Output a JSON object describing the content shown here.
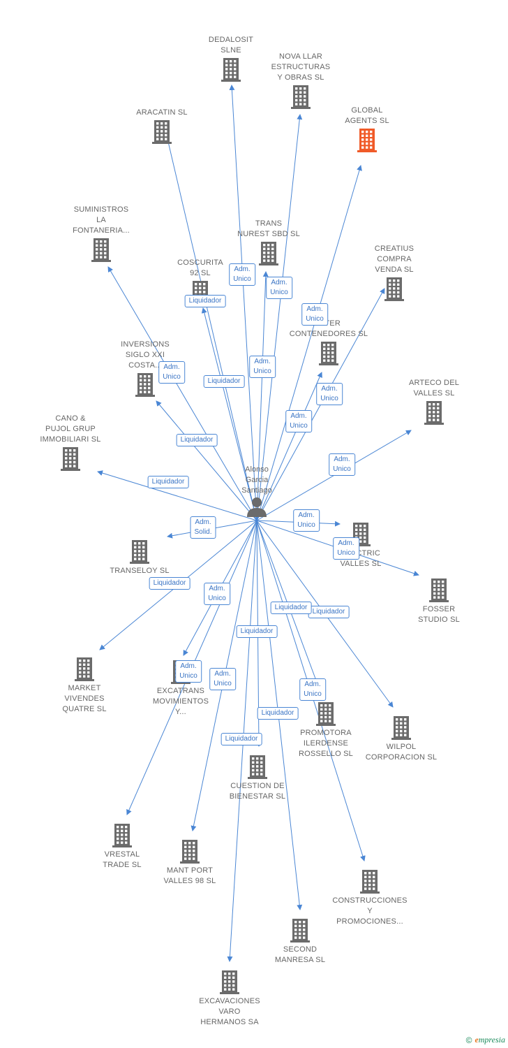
{
  "center": {
    "name": "Alonso\nGarcia\nSantiago",
    "icon": "person-icon"
  },
  "colors": {
    "edge": "#4a86d4",
    "node": "#6b6b6b",
    "highlight": "#f05a28",
    "label": "#666666"
  },
  "companies": [
    {
      "id": "dedalosit",
      "label": "DEDALOSIT\nSLNE",
      "highlight": false
    },
    {
      "id": "nova-llar",
      "label": "NOVA LLAR\nESTRUCTURAS\nY OBRAS SL",
      "highlight": false
    },
    {
      "id": "global-agents",
      "label": "GLOBAL\nAGENTS SL",
      "highlight": true
    },
    {
      "id": "aracatin",
      "label": "ARACATIN SL",
      "highlight": false
    },
    {
      "id": "suministros",
      "label": "SUMINISTROS\nLA\nFONTANERIA...",
      "highlight": false
    },
    {
      "id": "trans-nurest",
      "label": "TRANS\nNUREST SBD SL",
      "highlight": false
    },
    {
      "id": "coscurita",
      "label": "COSCURITA\n92 SL",
      "highlight": false
    },
    {
      "id": "creatius",
      "label": "CREATIUS\nCOMPRA\nVENDA SL",
      "highlight": false
    },
    {
      "id": "inter-contenedores",
      "label": "INTER\nCONTENEDORES SL",
      "highlight": false
    },
    {
      "id": "inversions",
      "label": "INVERSIONS\nSIGLO XXI\nCOSTA...",
      "highlight": false
    },
    {
      "id": "arteco",
      "label": "ARTECO DEL\nVALLES SL",
      "highlight": false
    },
    {
      "id": "cano-pujol",
      "label": "CANO &\nPUJOL GRUP\nIMMOBILIARI SL",
      "highlight": false
    },
    {
      "id": "electric-valles",
      "label": "ELECTRIC\nVALLES SL",
      "highlight": false
    },
    {
      "id": "transeloy",
      "label": "TRANSELOY SL",
      "highlight": false
    },
    {
      "id": "fosser",
      "label": "FOSSER\nSTUDIO SL",
      "highlight": false
    },
    {
      "id": "market-vivendes",
      "label": "MARKET\nVIVENDES\nQUATRE SL",
      "highlight": false
    },
    {
      "id": "excatrans",
      "label": "EXCATRANS\nMOVIMIENTOS\nY...",
      "highlight": false
    },
    {
      "id": "promotora",
      "label": "PROMOTORA\nILERDENSE\nROSSELLO SL",
      "highlight": false
    },
    {
      "id": "wilpol",
      "label": "WILPOL\nCORPORACION SL",
      "highlight": false
    },
    {
      "id": "cuestion",
      "label": "CUESTION DE\nBIENESTAR SL",
      "highlight": false
    },
    {
      "id": "vrestal",
      "label": "VRESTAL\nTRADE SL",
      "highlight": false
    },
    {
      "id": "mant-port",
      "label": "MANT PORT\nVALLES 98 SL",
      "highlight": false
    },
    {
      "id": "construcciones",
      "label": "CONSTRUCCIONES\nY\nPROMOCIONES...",
      "highlight": false
    },
    {
      "id": "second-manresa",
      "label": "SECOND\nMANRESA SL",
      "highlight": false
    },
    {
      "id": "excavaciones",
      "label": "EXCAVACIONES\nVARO\nHERMANOS SA",
      "highlight": false
    }
  ],
  "relations": [
    {
      "target": "dedalosit",
      "label": "Adm.\nUnico"
    },
    {
      "target": "nova-llar",
      "label": "Adm.\nUnico"
    },
    {
      "target": "trans-nurest",
      "label": "Adm.\nUnico"
    },
    {
      "target": "global-agents",
      "label": "Adm.\nUnico"
    },
    {
      "target": "coscurita",
      "label": "Liquidador"
    },
    {
      "target": "aracatin",
      "label": "Liquidador"
    },
    {
      "target": "suministros",
      "label": "Adm.\nUnico"
    },
    {
      "target": "inter-contenedores",
      "label": "Adm.\nUnico"
    },
    {
      "target": "creatius",
      "label": "Adm.\nUnico"
    },
    {
      "target": "inversions",
      "label": "Liquidador"
    },
    {
      "target": "arteco",
      "label": "Adm.\nUnico"
    },
    {
      "target": "cano-pujol",
      "label": "Liquidador"
    },
    {
      "target": "transeloy",
      "label": "Adm.\nSolid."
    },
    {
      "target": "electric-valles",
      "label": "Adm.\nUnico"
    },
    {
      "target": "fosser",
      "label": "Adm.\nUnico"
    },
    {
      "target": "market-vivendes",
      "label": "Liquidador"
    },
    {
      "target": "excatrans",
      "label": "Adm.\nUnico"
    },
    {
      "target": "promotora",
      "label": "Liquidador"
    },
    {
      "target": "wilpol",
      "label": "Liquidador"
    },
    {
      "target": "construcciones",
      "label": "Adm.\nUnico"
    },
    {
      "target": "vrestal",
      "label": "Adm.\nUnico"
    },
    {
      "target": "mant-port",
      "label": "Adm.\nUnico"
    },
    {
      "target": "excavaciones",
      "label": "Liquidador"
    },
    {
      "target": "second-manresa",
      "label": "Liquidador"
    },
    {
      "target": "cuestion",
      "label": "Liquidador"
    }
  ],
  "footer": {
    "copyright": "©",
    "brand_initial": "e",
    "brand_rest": "mpresia"
  }
}
